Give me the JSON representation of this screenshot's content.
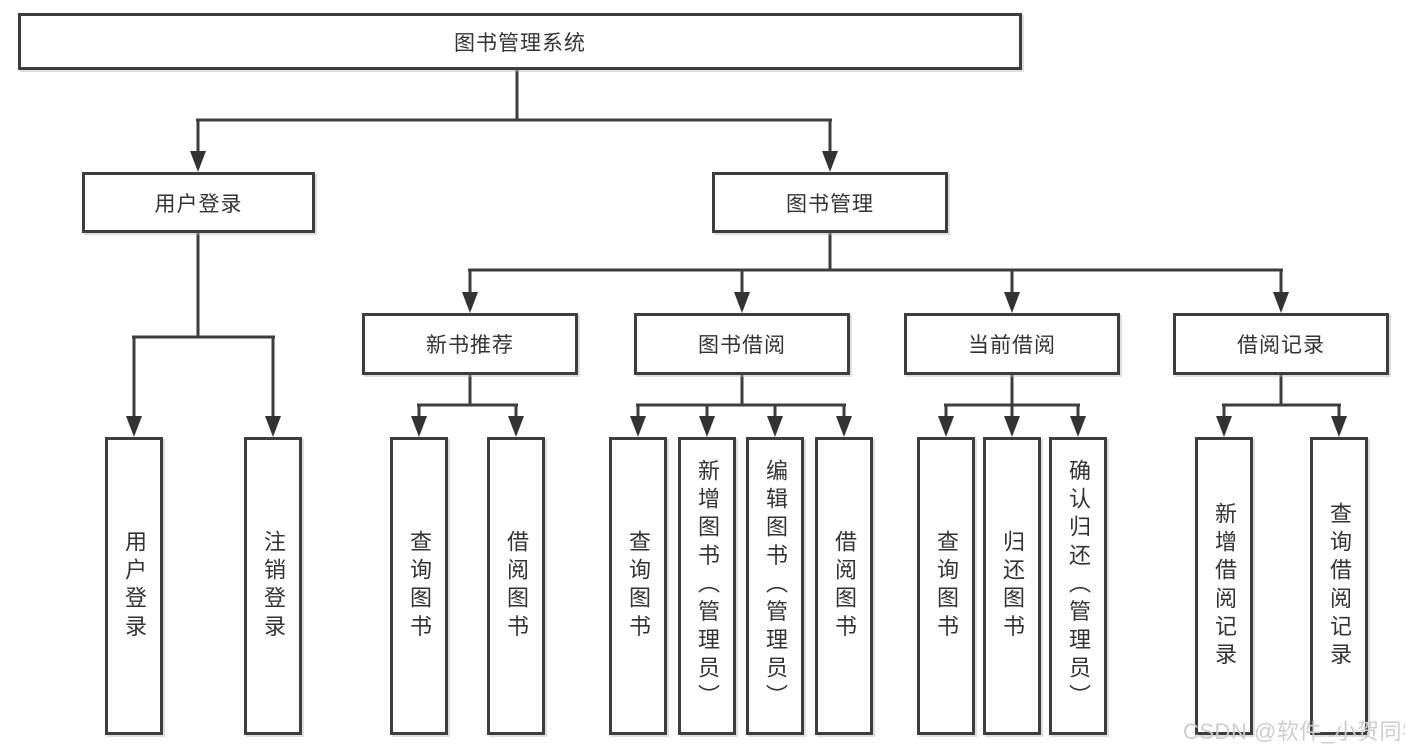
{
  "diagram": {
    "root": "图书管理系统",
    "level2": [
      {
        "id": "user-login",
        "label": "用户登录"
      },
      {
        "id": "book-management",
        "label": "图书管理"
      }
    ],
    "level3": [
      {
        "id": "new-book-recommend",
        "label": "新书推荐"
      },
      {
        "id": "book-borrow",
        "label": "图书借阅"
      },
      {
        "id": "current-borrow",
        "label": "当前借阅"
      },
      {
        "id": "borrow-records",
        "label": "借阅记录"
      }
    ],
    "leaves": {
      "user_login": [
        "用户登录",
        "注销登录"
      ],
      "new_book_recommend": [
        "查询图书",
        "借阅图书"
      ],
      "book_borrow": [
        "查询图书",
        "新增图书（管理员）",
        "编辑图书（管理员）",
        "借阅图书"
      ],
      "current_borrow": [
        "查询图书",
        "归还图书",
        "确认归还（管理员）"
      ],
      "borrow_records": [
        "新增借阅记录",
        "查询借阅记录"
      ]
    }
  },
  "watermark": "CSDN @软件_小贺同学",
  "colors": {
    "line": "#3d3d3d",
    "text": "#333333",
    "box_background": "#ffffff",
    "watermark": "#cdcdcd",
    "background": "#ffffff"
  }
}
